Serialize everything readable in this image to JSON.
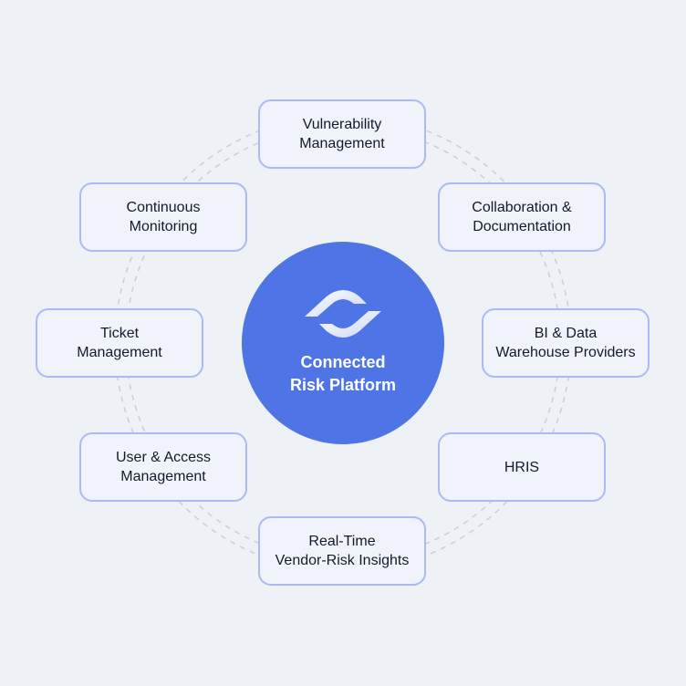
{
  "hub": {
    "label": "Connected\nRisk Platform",
    "color": "#4e74e6"
  },
  "nodes": [
    {
      "id": "vulnerability-management",
      "label": "Vulnerability\nManagement"
    },
    {
      "id": "collaboration-documentation",
      "label": "Collaboration &\nDocumentation"
    },
    {
      "id": "bi-data-warehouse",
      "label": "BI & Data\nWarehouse Providers"
    },
    {
      "id": "hris",
      "label": "HRIS"
    },
    {
      "id": "real-time-vendor-risk",
      "label": "Real-Time\nVendor-Risk Insights"
    },
    {
      "id": "user-access-management",
      "label": "User & Access\nManagement"
    },
    {
      "id": "ticket-management",
      "label": "Ticket\nManagement"
    },
    {
      "id": "continuous-monitoring",
      "label": "Continuous\nMonitoring"
    }
  ],
  "colors": {
    "background": "#eef1f6",
    "node_border": "#a9bbf2",
    "ring": "#c9ced8"
  }
}
